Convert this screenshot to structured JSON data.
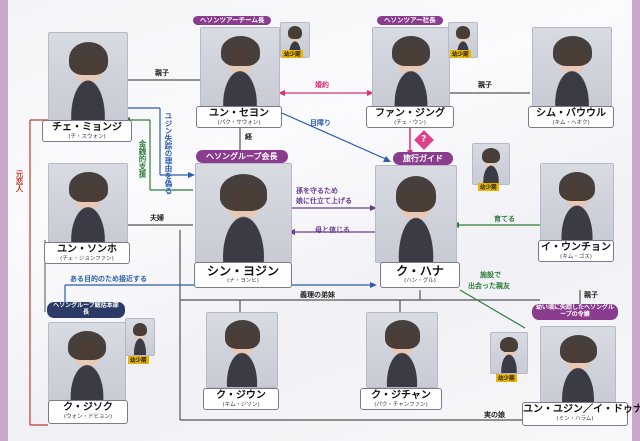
{
  "colors": {
    "tag": "#8a3c8f",
    "pink": "#d6337b",
    "blue": "#2a5db0",
    "purple": "#6b3d8f",
    "green": "#2f7d3a",
    "red": "#c0392b"
  },
  "characters": {
    "choi": {
      "name": "チェ・ミョンジ",
      "actor": "(チ・スウォン)"
    },
    "yun_seheon": {
      "name": "ユン・セヨン",
      "actor": "(パク・サウォン)",
      "tag": "ヘソンツアーチーム長"
    },
    "hwang": {
      "name": "ファン・ジング",
      "actor": "(チェ・ウン)",
      "tag": "ヘソンツアー社長"
    },
    "shim": {
      "name": "シム・バウウル",
      "actor": "(キム・ヘオク)"
    },
    "yun_sonpo": {
      "name": "ユン・ソンホ",
      "actor": "(チェ・ジョンファン)"
    },
    "shin": {
      "name": "シン・ヨジン",
      "actor": "(ナ・ヨンヒ)",
      "tag": "ヘソングループ会長"
    },
    "ku_hana": {
      "name": "ク・ハナ",
      "actor": "(ハン・グル)",
      "tag": "旅行ガイド"
    },
    "i_unchon": {
      "name": "イ・ウンチョン",
      "actor": "(キム・ゴス)"
    },
    "ku_jiseok": {
      "name": "ク・ジソク",
      "actor": "(ウォン・ドヒョン)",
      "tag": "ヘソングループ総括本部長"
    },
    "ku_jiun": {
      "name": "ク・ジウン",
      "actor": "(キム・ジソン)"
    },
    "ku_jichan": {
      "name": "ク・ジチャン",
      "actor": "(パク・チャンファン)"
    },
    "yun_yujin": {
      "name": "ユン・ユジン／イ・ドゥナ",
      "actor": "(ミン・ハラム)",
      "tag": "幼い頃に失踪したヘソングループの令嬢"
    }
  },
  "child_label": "幼少期",
  "relations": {
    "oyako": "親子",
    "konyaku": "婚約",
    "mehoso": "目障り",
    "kei": "経",
    "fuufu": "夫婦",
    "mago": "孫を守るため",
    "mago2": "娘に仕立て上げる",
    "haha": "母と信じる",
    "sodateru": "育てる",
    "shisetsu": "施設で",
    "shisetsu2": "出会った親友",
    "aru": "ある目的のため接近する",
    "giri": "義理の弟妹",
    "jitsu": "実の娘",
    "motokoibito": "元恋人",
    "yujin_shissou": "ユジン失踪の理由を偽る",
    "kinsen": "金銭的支援",
    "question": "?"
  }
}
